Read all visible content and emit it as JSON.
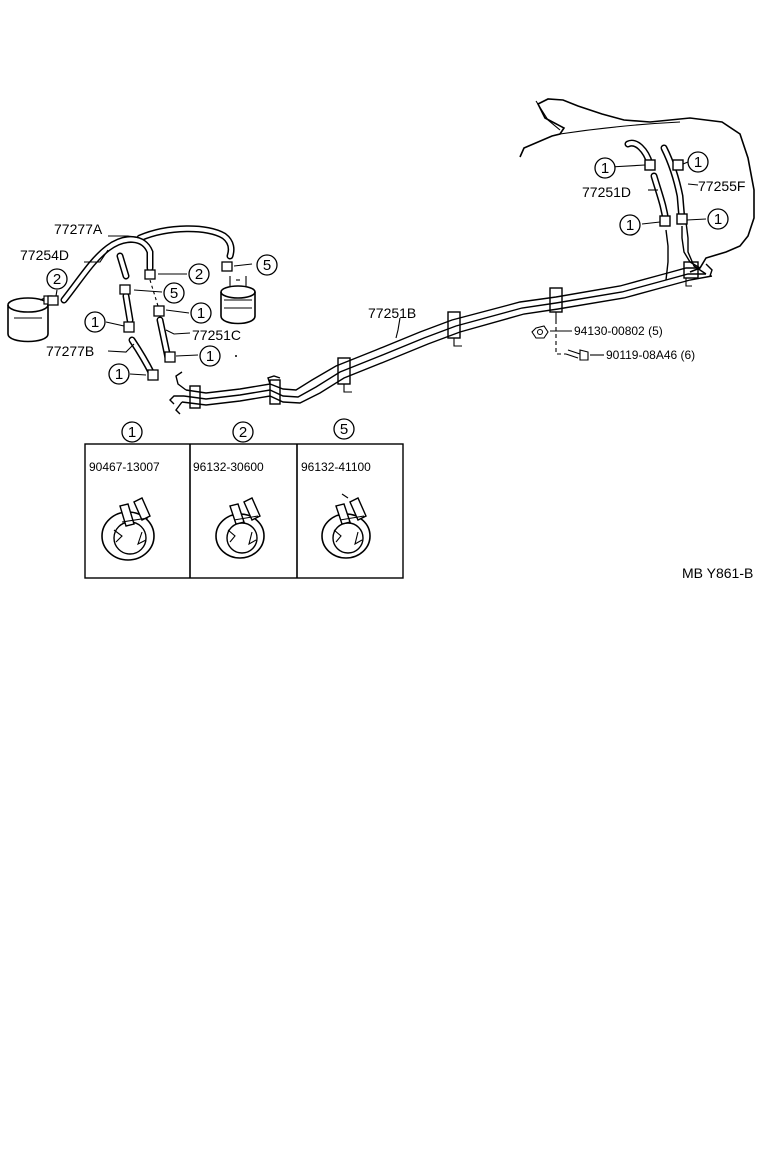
{
  "parts": {
    "hose_77277a": "77277A",
    "hose_77254d": "77254D",
    "hose_77277b": "77277B",
    "hose_77251c": "77251C",
    "tube_77251b": "77251B",
    "hose_77251d": "77251D",
    "hose_77255f": "77255F",
    "nut": "94130-00802 (5)",
    "bolt": "90119-08A46 (6)"
  },
  "callouts": {
    "clamp_1": "1",
    "clamp_2": "2",
    "clamp_5": "5"
  },
  "legend": {
    "col1": {
      "callout": "1",
      "part_no": "90467-13007"
    },
    "col2": {
      "callout": "2",
      "part_no": "96132-30600"
    },
    "col3": {
      "callout": "5",
      "part_no": "96132-41100"
    }
  },
  "ref_code": "MB Y861-B"
}
